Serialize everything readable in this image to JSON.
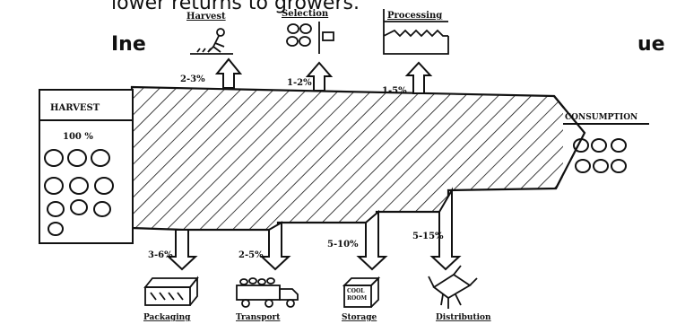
{
  "top_text": "lower returns to growers.",
  "heading": {
    "left": "Ine",
    "right": "ue"
  },
  "diagram": {
    "harvest_box": {
      "title": "HARVEST",
      "percent": "100 %"
    },
    "consumption_box": {
      "title": "CONSUMPTION"
    },
    "upper_losses": [
      {
        "label": "Harvest",
        "loss": "2-3%"
      },
      {
        "label": "Selection",
        "loss": "1-2%"
      },
      {
        "label": "Processing",
        "loss": "1-5%"
      }
    ],
    "lower_losses": [
      {
        "label": "Packaging",
        "loss": "3-6%"
      },
      {
        "label": "Transport",
        "loss": "2-5%"
      },
      {
        "label": "Storage",
        "loss": "5-10%",
        "icon_text": [
          "COOL",
          "ROOM"
        ]
      },
      {
        "label": "Distribution",
        "loss": "5-15%"
      }
    ]
  }
}
